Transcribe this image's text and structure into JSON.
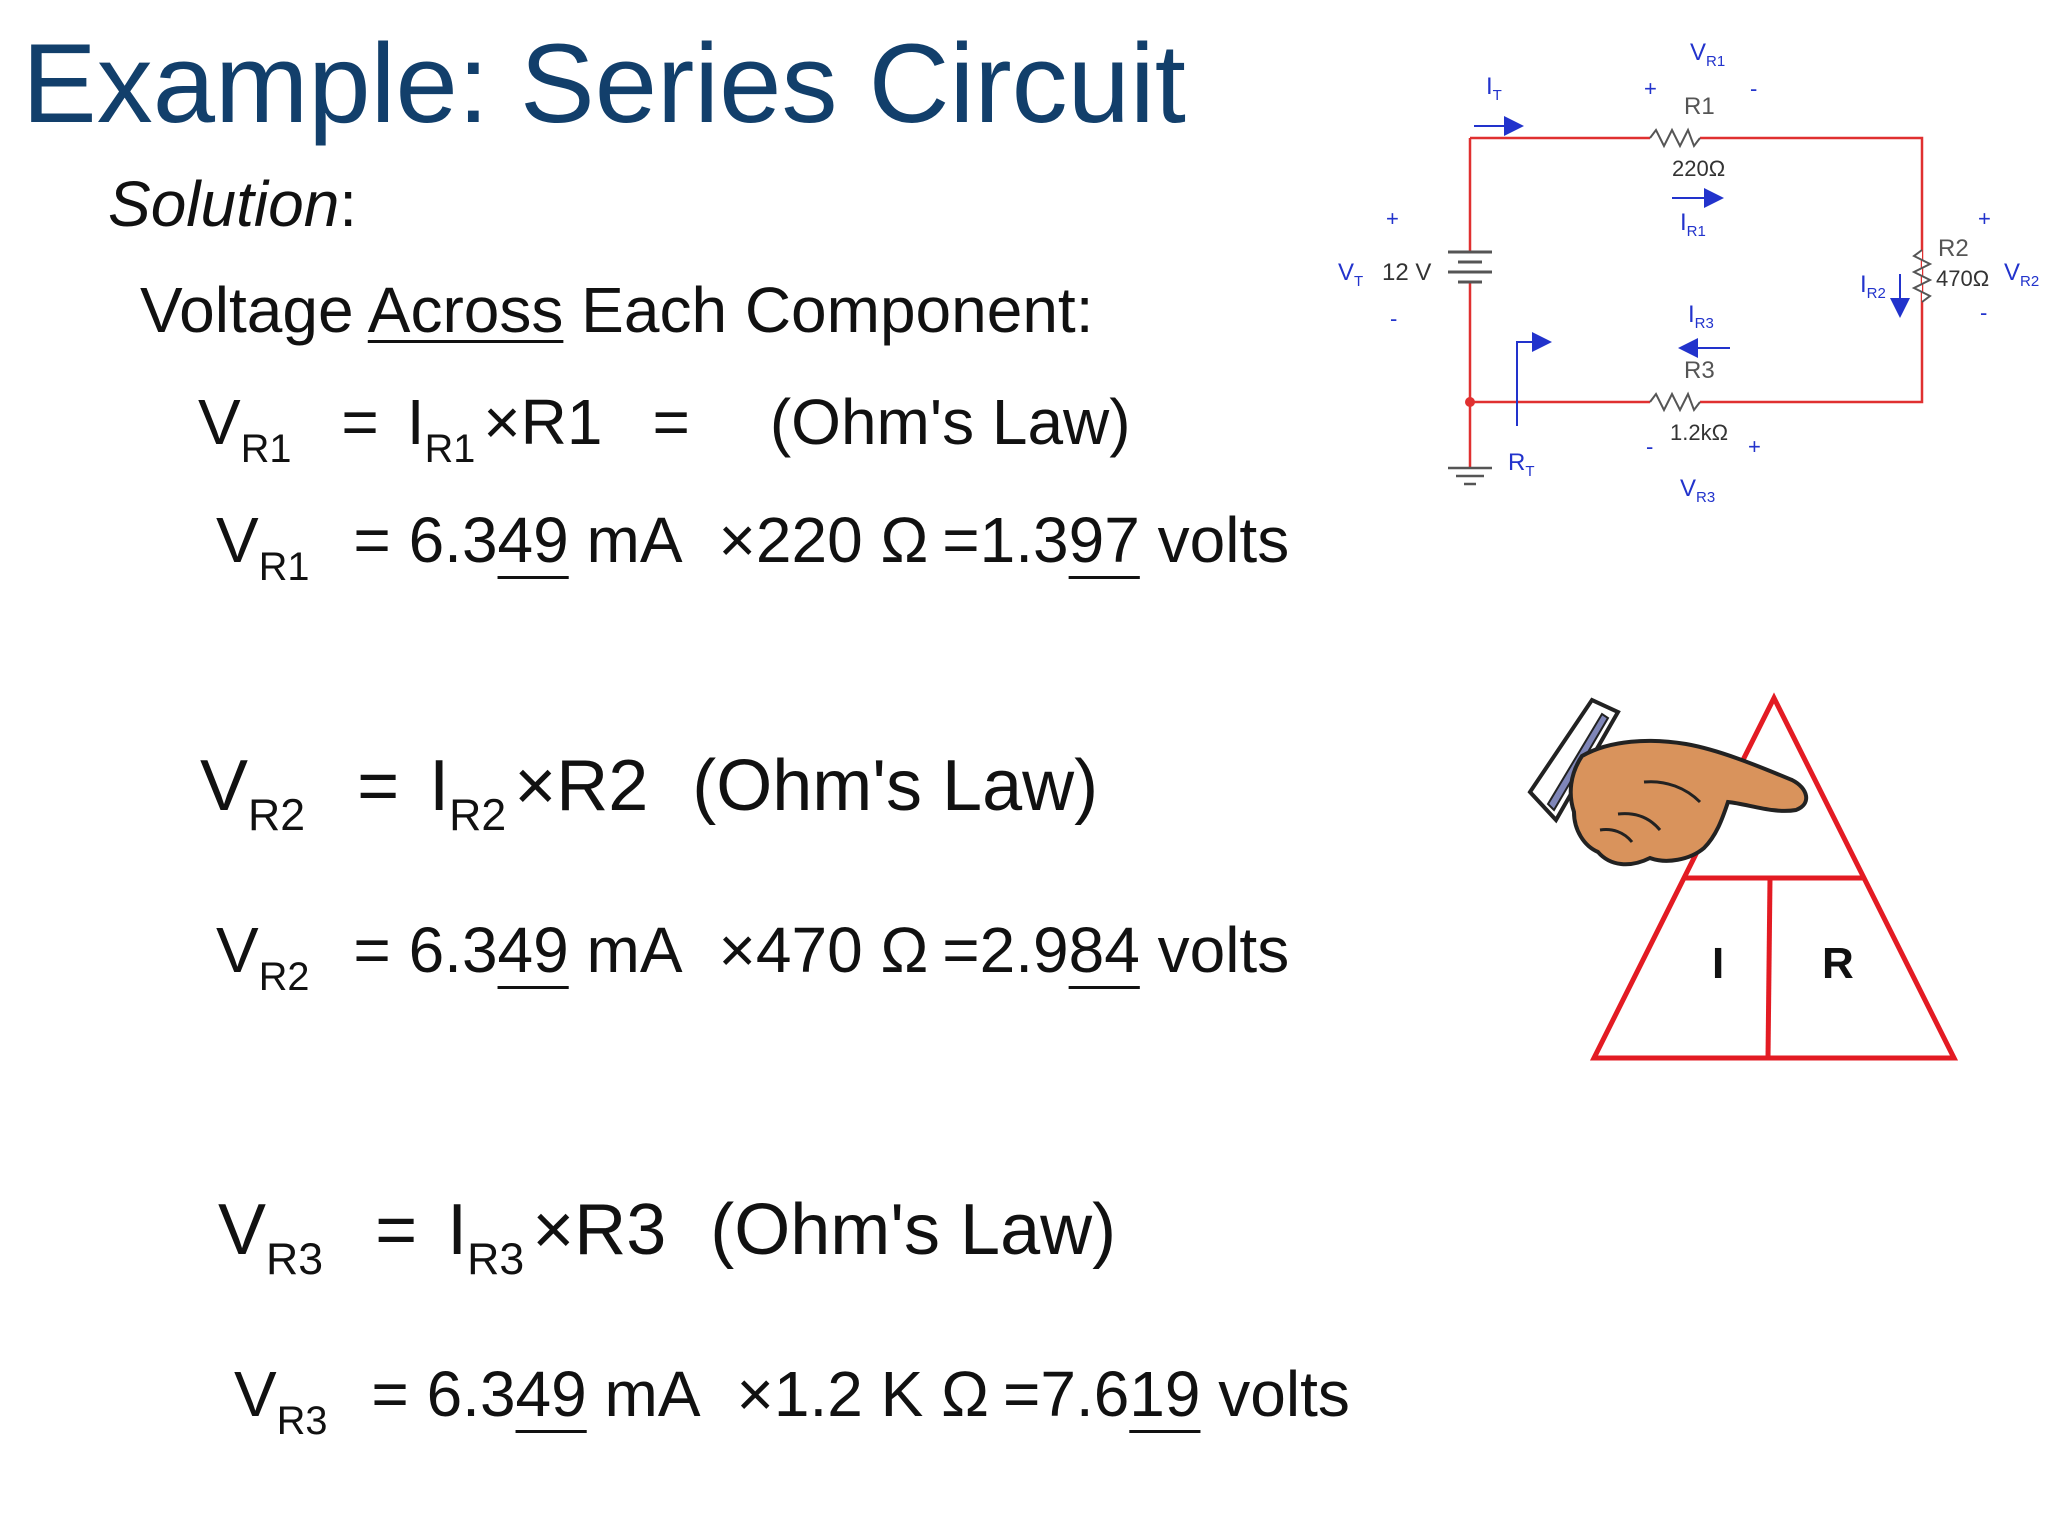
{
  "title": "Example: Series Circuit",
  "solution": {
    "label": "Solution",
    "colon": ":"
  },
  "subheading": {
    "pre": "Voltage ",
    "underlined": "Across",
    "post": " Each Component:"
  },
  "equations": [
    {
      "lhs": "V",
      "lhs_sub": "R1",
      "eq": "=",
      "i": "I",
      "i_sub": "R1",
      "times": "×",
      "r": "R1",
      "eq2": "=",
      "law": "(Ohm's Law)"
    },
    {
      "lhs": "V",
      "lhs_sub": "R2",
      "eq": "=",
      "i": "I",
      "i_sub": "R2",
      "times": "×",
      "r": "R2",
      "law": "(Ohm's Law)"
    },
    {
      "lhs": "V",
      "lhs_sub": "R3",
      "eq": "=",
      "i": "I",
      "i_sub": "R3",
      "times": "×",
      "r": "R3",
      "law": "(Ohm's Law)"
    }
  ],
  "results": [
    {
      "lhs": "V",
      "lhs_sub": "R1",
      "eq": "= 6.3",
      "cur_u": "49",
      "unit": " mA",
      "times": "×",
      "res": "220 Ω",
      "eq2": "=",
      "val_pre": "1.3",
      "val_u": "97",
      "val_unit": " volts"
    },
    {
      "lhs": "V",
      "lhs_sub": "R2",
      "eq": "= 6.3",
      "cur_u": "49",
      "unit": " mA",
      "times": "×",
      "res": "470 Ω",
      "eq2": "=",
      "val_pre": "2.9",
      "val_u": "84",
      "val_unit": " volts"
    },
    {
      "lhs": "V",
      "lhs_sub": "R3",
      "eq": "= 6.3",
      "cur_u": "49",
      "unit": " mA",
      "times": "×",
      "res": "1.2 K Ω",
      "eq2": "=",
      "val_pre": "7.6",
      "val_u": "19",
      "val_unit": " volts"
    }
  ],
  "circuit": {
    "vr1": "V",
    "vr1_sub": "R1",
    "it": "I",
    "it_sub": "T",
    "r1_name": "R1",
    "r1_value": "220Ω",
    "ir1": "I",
    "ir1_sub": "R1",
    "plus": "+",
    "minus": "-",
    "vt": "V",
    "vt_sub": "T",
    "vt_value": "12 V",
    "r2_name": "R2",
    "r2_value": "470Ω",
    "ir2": "I",
    "ir2_sub": "R2",
    "vr2": "V",
    "vr2_sub": "R2",
    "ir3": "I",
    "ir3_sub": "R3",
    "r3_name": "R3",
    "r3_value": "1.2kΩ",
    "rt": "R",
    "rt_sub": "T",
    "vr3": "V",
    "vr3_sub": "R3",
    "wire_color": "#e03030",
    "label_color": "#2233cc"
  },
  "triangle": {
    "i_label": "I",
    "r_label": "R",
    "color": "#e31b23"
  }
}
